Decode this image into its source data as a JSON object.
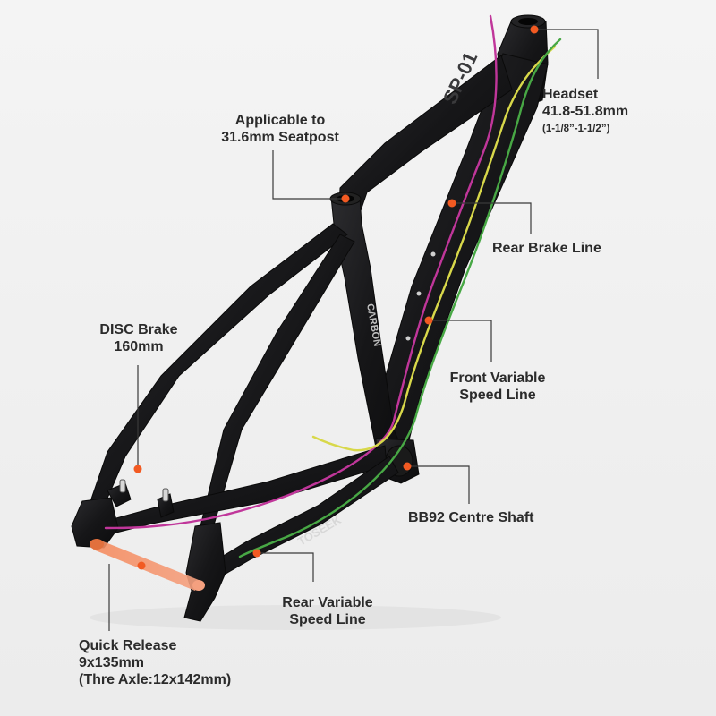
{
  "product": {
    "downtube_mark": "SP-01",
    "seattube_mark": "CARBON",
    "chainstay_mark": "TOSEEK"
  },
  "callouts": {
    "headset": {
      "title": "Headset",
      "size": "41.8-51.8mm",
      "note": "(1-1/8”-1-1/2”)"
    },
    "seatpost": {
      "line1": "Applicable to",
      "line2": "31.6mm Seatpost"
    },
    "rear_brake": {
      "text": "Rear Brake Line"
    },
    "disc_brake": {
      "line1": "DISC Brake",
      "line2": "160mm"
    },
    "front_speed": {
      "line1": "Front Variable",
      "line2": "Speed Line"
    },
    "bb": {
      "text": "BB92 Centre Shaft"
    },
    "rear_speed": {
      "line1": "Rear Variable",
      "line2": "Speed Line"
    },
    "quick_release": {
      "line1": "Quick Release",
      "line2": "9x135mm",
      "line3": "(Thre Axle:12x142mm)"
    }
  },
  "colors": {
    "frame": "#1c1c1e",
    "brake_line": "#c0369a",
    "front_speed_line": "#d8d84a",
    "rear_speed_line": "#48a845",
    "marker": "#f25a22",
    "leader": "#3a3a3a"
  }
}
